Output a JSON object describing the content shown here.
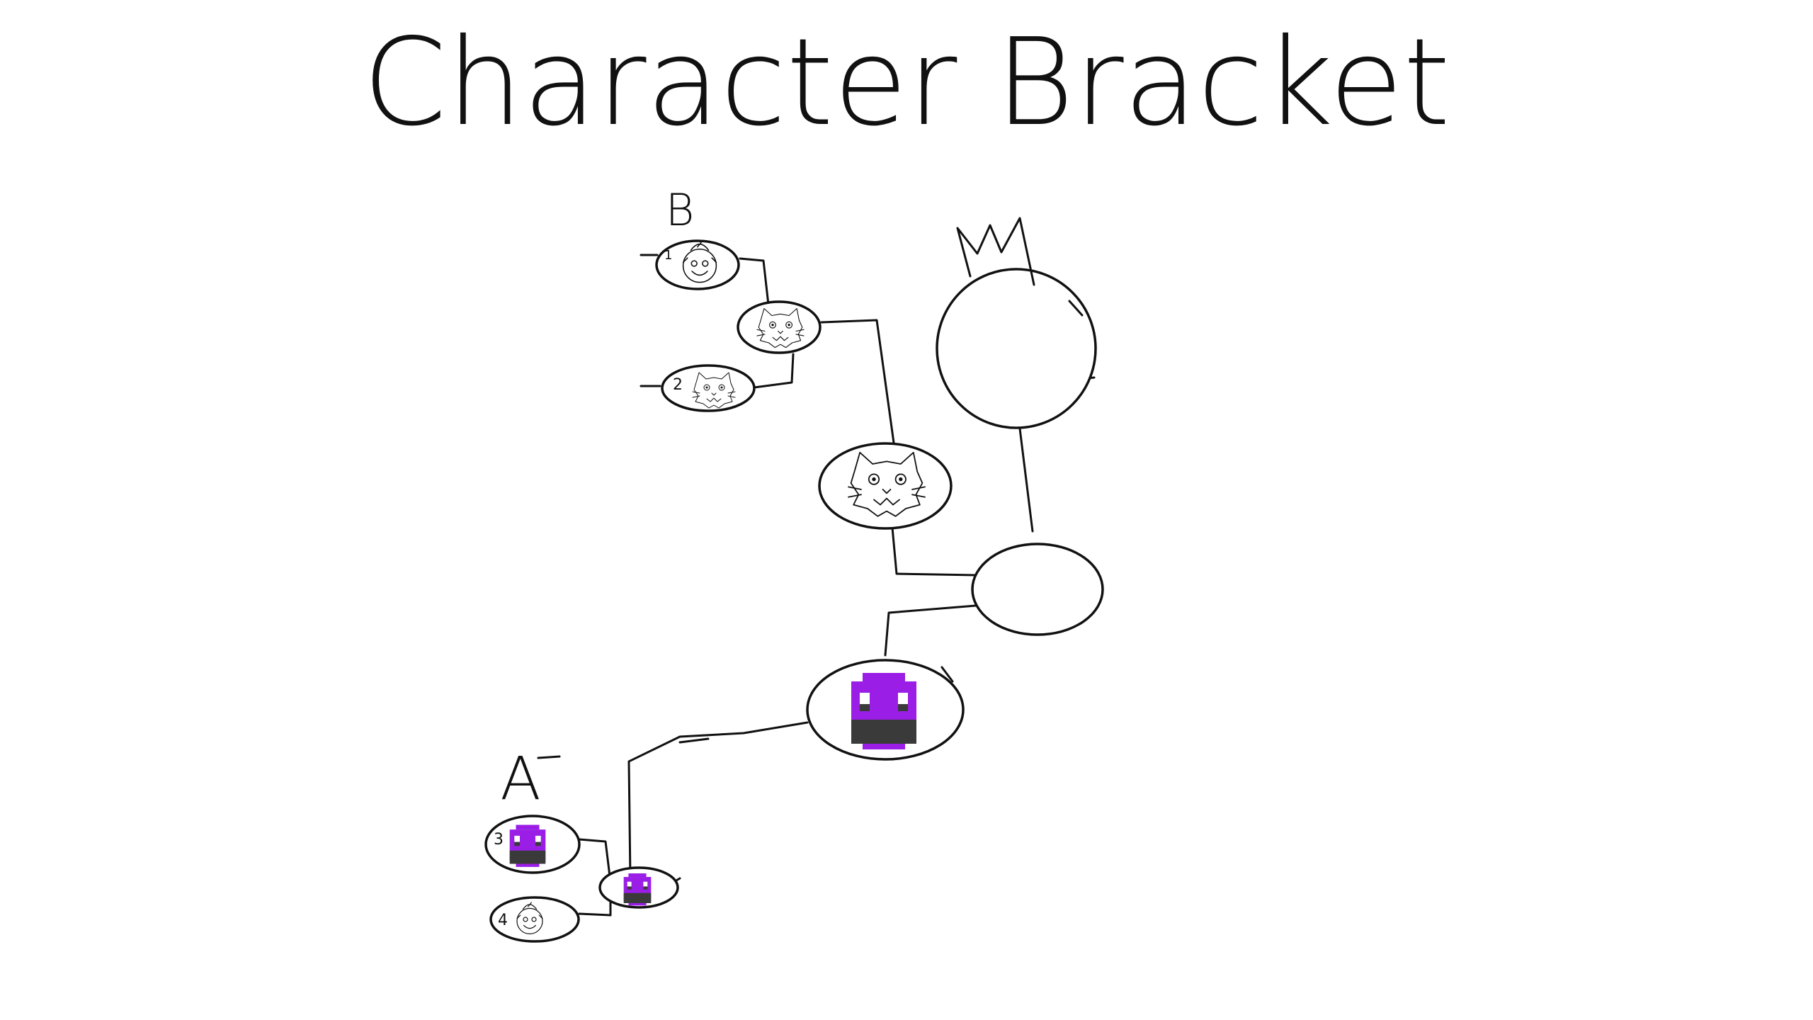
{
  "diagram": {
    "title": "Character Bracket",
    "groups": [
      {
        "id": "B",
        "label": "B"
      },
      {
        "id": "A",
        "label": "A"
      }
    ],
    "seeds": [
      {
        "seed": "1",
        "group": "B",
        "character": "round-face-character"
      },
      {
        "seed": "2",
        "group": "B",
        "character": "cat-character"
      },
      {
        "seed": "3",
        "group": "A",
        "character": "purple-pixel-character"
      },
      {
        "seed": "4",
        "group": "A",
        "character": "round-face-character"
      }
    ],
    "rounds": {
      "group_b_winner": "cat-character",
      "group_b_final": "cat-character",
      "group_a_winner": "purple-pixel-character",
      "group_a_final": "purple-pixel-character",
      "final": "",
      "champion": ""
    },
    "champion_symbol": "crown-icon",
    "colors": {
      "ink": "#111111",
      "purple": "#9a1ee6",
      "dark": "#3a3a3a"
    }
  }
}
